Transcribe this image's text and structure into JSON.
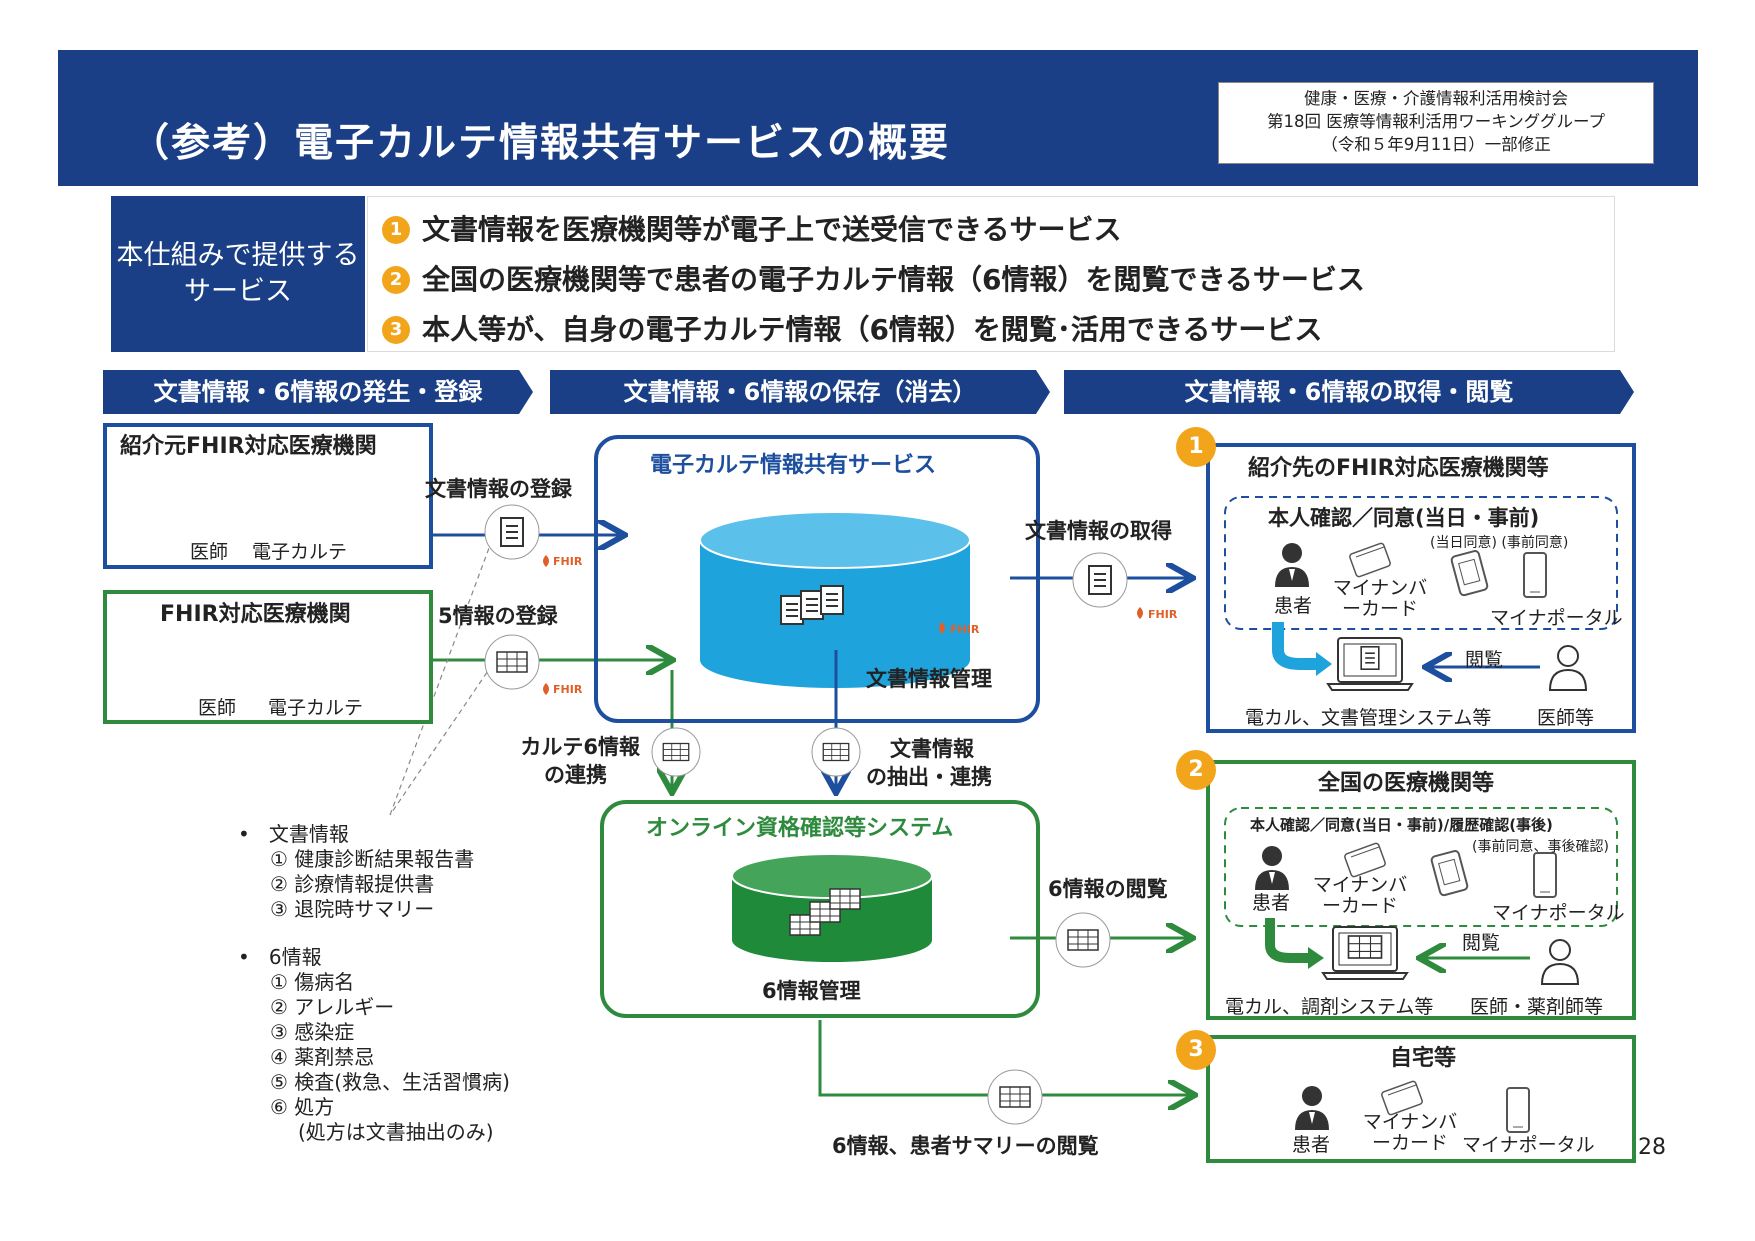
{
  "header": {
    "title": "（参考）電子カルテ情報共有サービスの概要",
    "meeting_line1": "健康・医療・介護情報利活用検討会",
    "meeting_line2": "第18回 医療等情報利活用ワーキンググループ",
    "meeting_line3": "（令和５年9月11日）一部修正"
  },
  "services": {
    "label": "本仕組みで提供するサービス",
    "items": [
      {
        "num": "1",
        "text": "文書情報を医療機関等が電子上で送受信できるサービス"
      },
      {
        "num": "2",
        "text": "全国の医療機関等で患者の電子カルテ情報（6情報）を閲覧できるサービス"
      },
      {
        "num": "3",
        "text": "本人等が、自身の電子カルテ情報（6情報）を閲覧･活用できるサービス"
      }
    ]
  },
  "phases": [
    "文書情報・6情報の発生・登録",
    "文書情報・6情報の保存（消去）",
    "文書情報・6情報の取得・閲覧"
  ],
  "left": {
    "referrer": {
      "title": "紹介元FHIR対応医療機関",
      "doctor": "医師",
      "emr": "電子カルテ"
    },
    "fhir_inst": {
      "title": "FHIR対応医療機関",
      "doctor": "医師",
      "emr": "電子カルテ"
    },
    "reg_doc": "文書情報の登録",
    "reg_5": "5情報の登録",
    "fhir_tag": "FHIR"
  },
  "center": {
    "emr_service": "電子カルテ情報共有サービス",
    "doc_mgmt": "文書情報管理",
    "karte_link_1": "カルテ6情報",
    "karte_link_2": "の連携",
    "extract_1": "文書情報",
    "extract_2": "の抽出・連携",
    "online": "オンライン資格確認等システム",
    "six_mgmt": "6情報管理",
    "bottom_flow": "6情報、患者サマリーの閲覧"
  },
  "right": {
    "doc_get": "文書情報の取得",
    "six_view": "6情報の閲覧",
    "r1": {
      "num": "1",
      "title": "紹介先のFHIR対応医療機関等",
      "confirm": "本人確認／同意(当日・事前)",
      "sub": "(当日同意) (事前同意)",
      "patient": "患者",
      "card": "マイナンバーカード",
      "portal": "マイナポータル",
      "view": "閲覧",
      "system": "電カル、文書管理システム等",
      "staff": "医師等"
    },
    "r2": {
      "num": "2",
      "title": "全国の医療機関等",
      "confirm": "本人確認／同意(当日・事前)/履歴確認(事後)",
      "sub": "(事前同意、事後確認)",
      "patient": "患者",
      "card": "マイナンバーカード",
      "portal": "マイナポータル",
      "view": "閲覧",
      "system": "電カル、調剤システム等",
      "staff": "医師・薬剤師等"
    },
    "r3": {
      "num": "3",
      "title": "自宅等",
      "patient": "患者",
      "card": "マイナンバーカード",
      "portal": "マイナポータル"
    }
  },
  "legend": {
    "doc_title": "文書情報",
    "doc_items": [
      "① 健康診断結果報告書",
      "② 診療情報提供書",
      "③ 退院時サマリー"
    ],
    "six_title": "6情報",
    "six_items": [
      "① 傷病名",
      "② アレルギー",
      "③ 感染症",
      "④ 薬剤禁忌",
      "⑤ 検査(救急、生活習慣病)",
      "⑥ 処方"
    ],
    "six_note": "(処方は文書抽出のみ)"
  },
  "page_number": "28",
  "colors": {
    "navy": "#1b3f86",
    "blue": "#1d4f9e",
    "green": "#2e8b3e",
    "orange": "#f2a51b",
    "cyan": "#1ea3dc"
  }
}
